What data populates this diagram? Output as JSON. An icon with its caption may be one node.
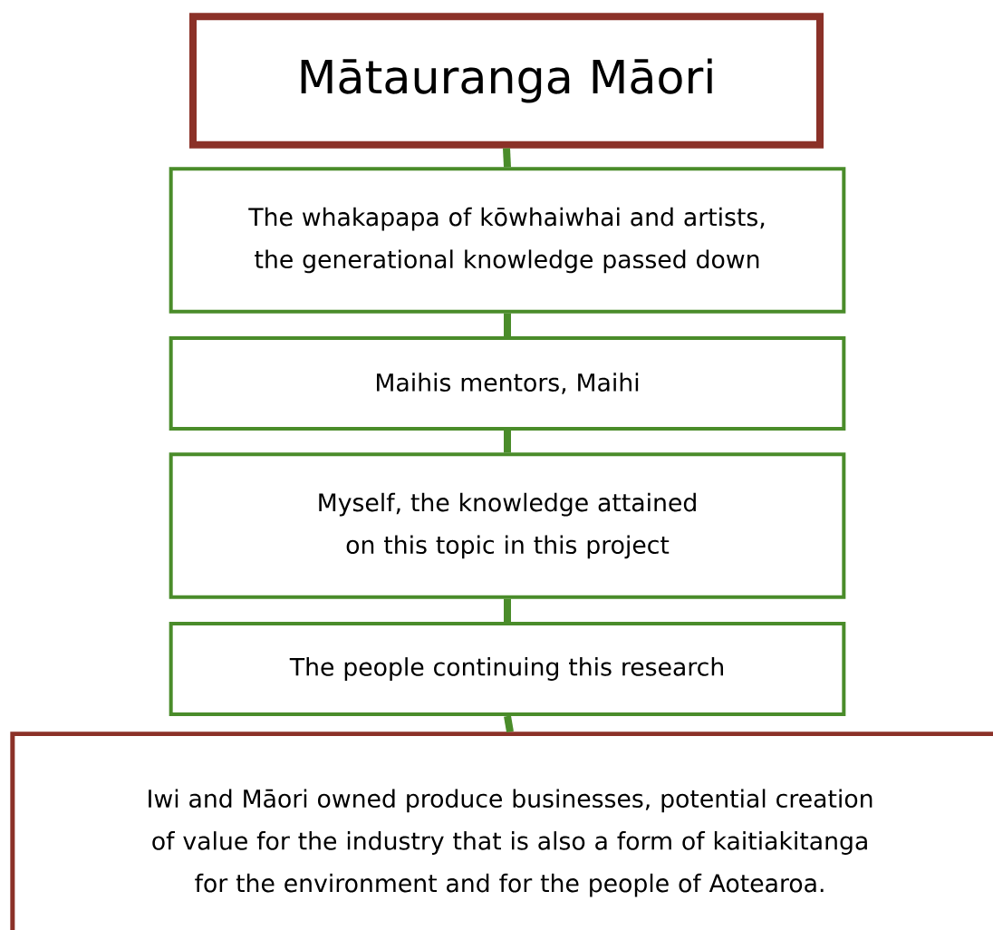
{
  "diagram": {
    "nodes": [
      {
        "text": [
          "Mātauranga Māori"
        ]
      },
      {
        "text": [
          "The whakapapa of kōwhaiwhai and artists, the generational knowledge passed down"
        ]
      },
      {
        "text": [
          "Maihis mentors, Maihi"
        ]
      },
      {
        "text": [
          "Myself, the knowledge attained on this topic in this project"
        ]
      },
      {
        "text": [
          "The people continuing this research"
        ]
      },
      {
        "text": [
          "Iwi and Māori owned produce businesses, potential creation of value for the industry that is also a form of kaitiakitanga for the environment and for the people of Aotearoa."
        ]
      }
    ],
    "edges": [
      {
        "from": 0,
        "to": 1,
        "arrow": "none"
      },
      {
        "from": 1,
        "to": 2,
        "arrow": "none"
      },
      {
        "from": 2,
        "to": 3,
        "arrow": "none"
      },
      {
        "from": 3,
        "to": 4,
        "arrow": "none"
      },
      {
        "from": 4,
        "to": 5,
        "arrow": "none"
      }
    ]
  }
}
